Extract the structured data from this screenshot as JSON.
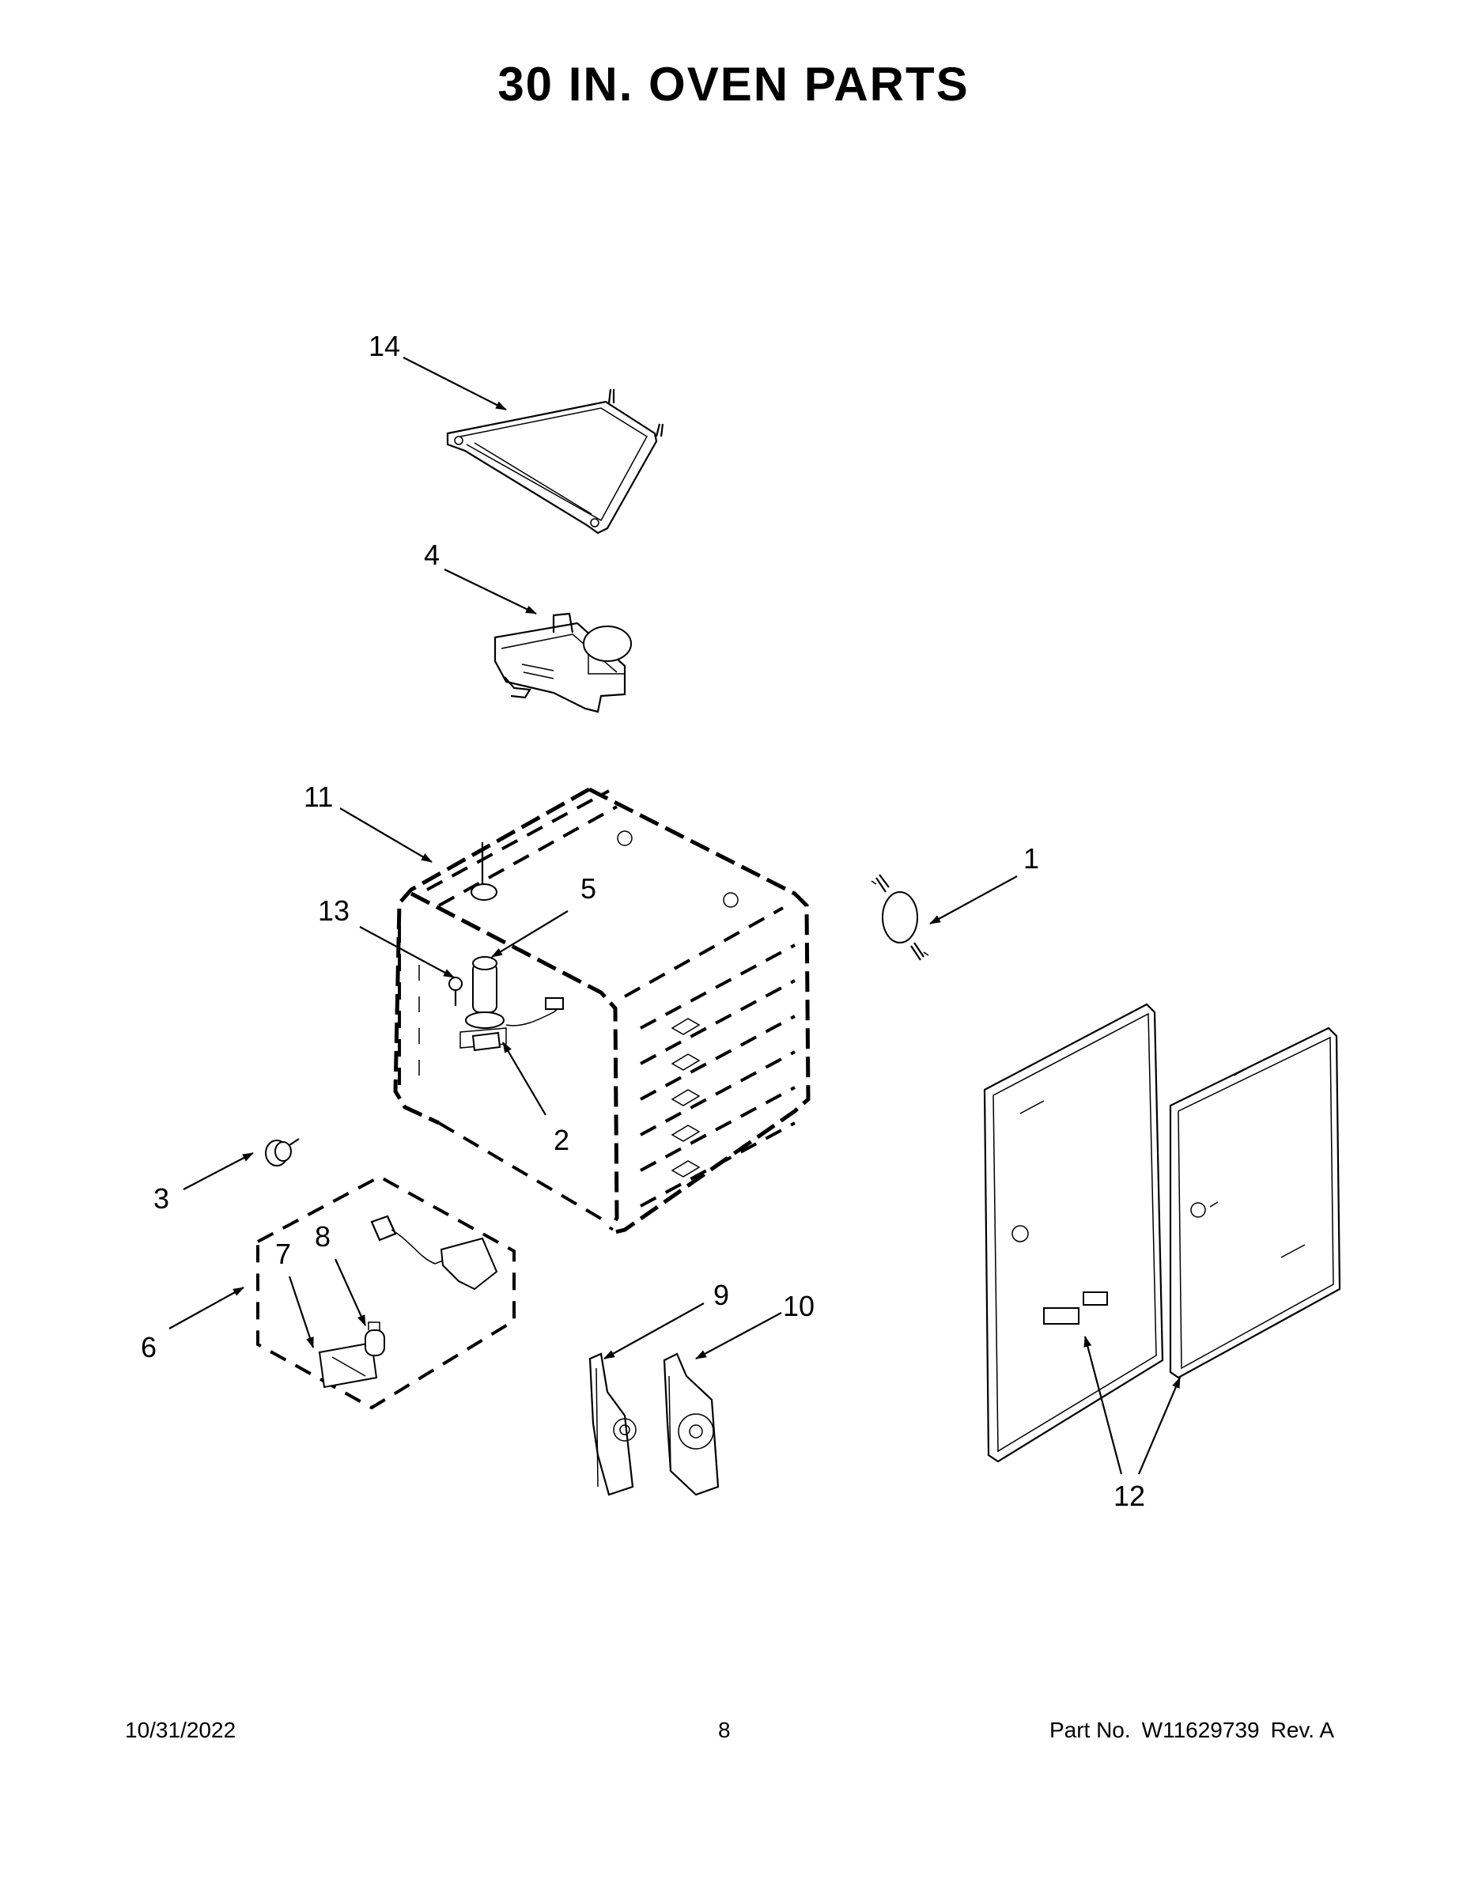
{
  "title": "30 IN. OVEN PARTS",
  "footer": {
    "date": "10/31/2022",
    "page": "8",
    "part_label": "Part No.",
    "part_number": "W11629739",
    "revision": "Rev. A"
  },
  "callouts": [
    "1",
    "2",
    "3",
    "4",
    "5",
    "6",
    "7",
    "8",
    "9",
    "10",
    "11",
    "12",
    "13",
    "14"
  ]
}
